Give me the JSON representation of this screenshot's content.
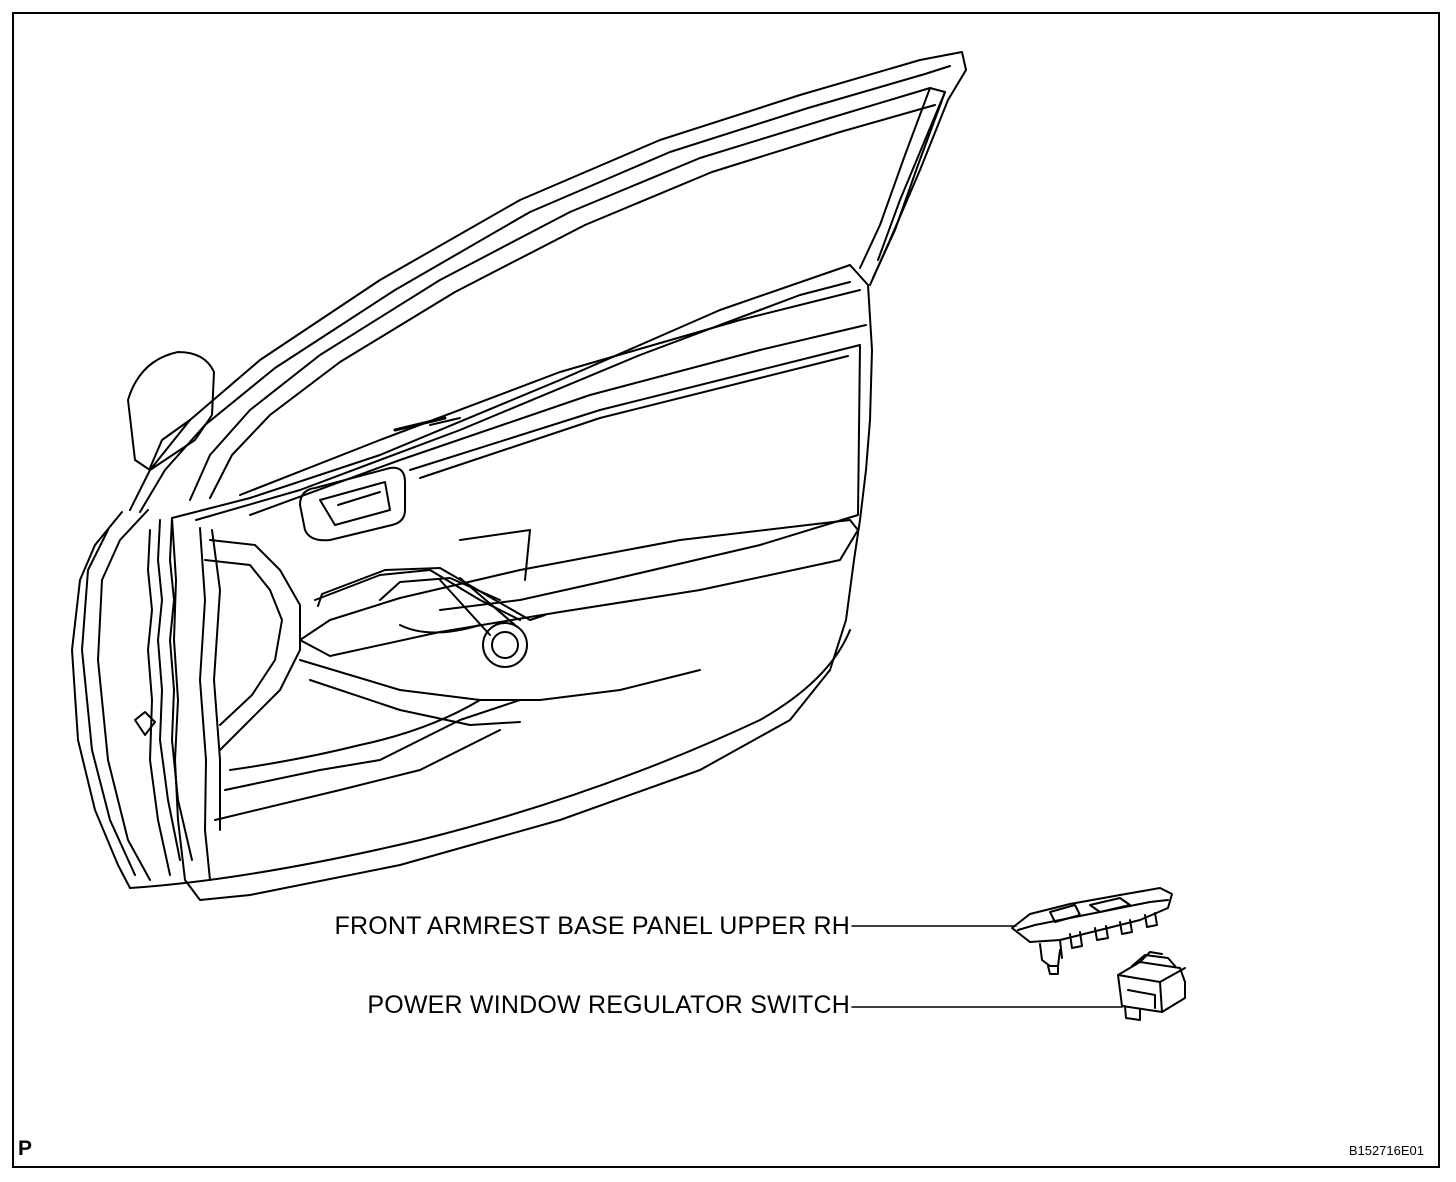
{
  "labels": {
    "armrest_panel": "FRONT ARMREST BASE PANEL UPPER RH",
    "window_switch": "POWER WINDOW REGULATOR SWITCH"
  },
  "corner_mark": "P",
  "figure_id": "B152716E01"
}
